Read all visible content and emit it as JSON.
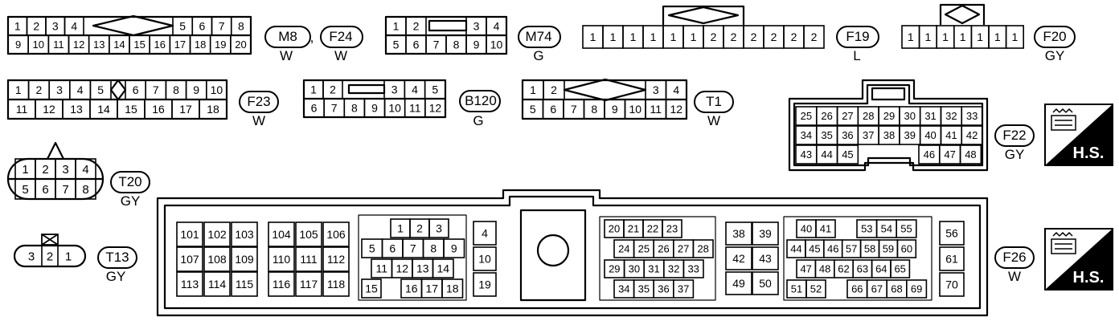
{
  "labels": {
    "m8": "M8",
    "m8_color": "W",
    "comma": ",",
    "f24": "F24",
    "f24_color": "W",
    "m74": "M74",
    "m74_color": "G",
    "f19": "F19",
    "f19_color": "L",
    "f20": "F20",
    "f20_color": "GY",
    "f23": "F23",
    "f23_color": "W",
    "b120": "B120",
    "b120_color": "G",
    "t1": "T1",
    "t1_color": "W",
    "f22": "F22",
    "f22_color": "GY",
    "t20": "T20",
    "t20_color": "GY",
    "t13": "T13",
    "t13_color": "GY",
    "f26": "F26",
    "f26_color": "W",
    "hs": "H.S."
  },
  "connectors": {
    "c20": {
      "row1_left": [
        "1",
        "2",
        "3",
        "4"
      ],
      "row1_right": [
        "5",
        "6",
        "7",
        "8"
      ],
      "row2": [
        "9",
        "10",
        "11",
        "12",
        "13",
        "14",
        "15",
        "16",
        "17",
        "18",
        "19",
        "20"
      ]
    },
    "c10": {
      "row1_left": [
        "1",
        "2"
      ],
      "row1_right": [
        "3",
        "4"
      ],
      "row2": [
        "5",
        "6",
        "7",
        "8",
        "9",
        "10"
      ]
    },
    "f19": [
      "1",
      "1",
      "1",
      "1",
      "1",
      "1",
      "2",
      "2",
      "2",
      "2",
      "2",
      "2"
    ],
    "f20": [
      "1",
      "1",
      "1",
      "1",
      "1",
      "1",
      "1"
    ],
    "f23": {
      "row1_left": [
        "1",
        "2",
        "3",
        "4",
        "5"
      ],
      "row1_right": [
        "6",
        "7",
        "8",
        "9",
        "10"
      ],
      "row2": [
        "11",
        "12",
        "13",
        "14",
        "15",
        "16",
        "17",
        "18"
      ]
    },
    "b120": {
      "row1_left": [
        "1",
        "2"
      ],
      "row1_right": [
        "3",
        "4",
        "5"
      ],
      "row2": [
        "6",
        "7",
        "8",
        "9",
        "10",
        "11",
        "12"
      ]
    },
    "t1": {
      "row1_left": [
        "1",
        "2"
      ],
      "row1_right": [
        "3",
        "4"
      ],
      "row2": [
        "5",
        "6",
        "7",
        "8",
        "9",
        "10",
        "11",
        "12"
      ]
    },
    "f22": {
      "row1": [
        "25",
        "26",
        "27",
        "28",
        "29",
        "30",
        "31",
        "32",
        "33"
      ],
      "row2": [
        "34",
        "35",
        "36",
        "37",
        "38",
        "39",
        "40",
        "41",
        "42"
      ],
      "row3_left": [
        "43",
        "44",
        "45"
      ],
      "row3_right": [
        "46",
        "47",
        "48"
      ]
    },
    "t20": {
      "row1": [
        "1",
        "2",
        "3",
        "4"
      ],
      "row2": [
        "5",
        "6",
        "7",
        "8"
      ]
    },
    "t13": [
      "3",
      "2",
      "1"
    ],
    "ecm": {
      "a_row1": [
        "101",
        "102",
        "103"
      ],
      "a_row2": [
        "107",
        "108",
        "109"
      ],
      "a_row3": [
        "113",
        "114",
        "115"
      ],
      "b_row1": [
        "104",
        "105",
        "106"
      ],
      "b_row2": [
        "110",
        "111",
        "112"
      ],
      "b_row3": [
        "116",
        "117",
        "118"
      ],
      "c_row1": [
        "1",
        "2",
        "3"
      ],
      "c_row2": [
        "5",
        "6",
        "7",
        "8",
        "9"
      ],
      "c_row3": [
        "11",
        "12",
        "13",
        "14"
      ],
      "c_row4a": [
        "15"
      ],
      "c_row4b": [
        "16",
        "17",
        "18"
      ],
      "d_col": [
        "4",
        "10",
        "19"
      ],
      "e_row1": [
        "20",
        "21",
        "22",
        "23"
      ],
      "e_row2": [
        "24",
        "25",
        "26",
        "27",
        "28"
      ],
      "e_row3": [
        "29",
        "30",
        "31",
        "32",
        "33"
      ],
      "e_row4": [
        "34",
        "35",
        "36",
        "37"
      ],
      "f_row1": [
        "38",
        "39"
      ],
      "f_row2": [
        "42",
        "43"
      ],
      "f_row3": [
        "49",
        "50"
      ],
      "g_row1a": [
        "40",
        "41"
      ],
      "g_row1b": [
        "53",
        "54",
        "55"
      ],
      "g_row2": [
        "44",
        "45",
        "46",
        "57",
        "58",
        "59",
        "60"
      ],
      "g_row3": [
        "47",
        "48",
        "62",
        "63",
        "64",
        "65"
      ],
      "g_row4a": [
        "51",
        "52"
      ],
      "g_row4b": [
        "66",
        "67",
        "68",
        "69"
      ],
      "h_col": [
        "56",
        "61",
        "70"
      ]
    }
  }
}
